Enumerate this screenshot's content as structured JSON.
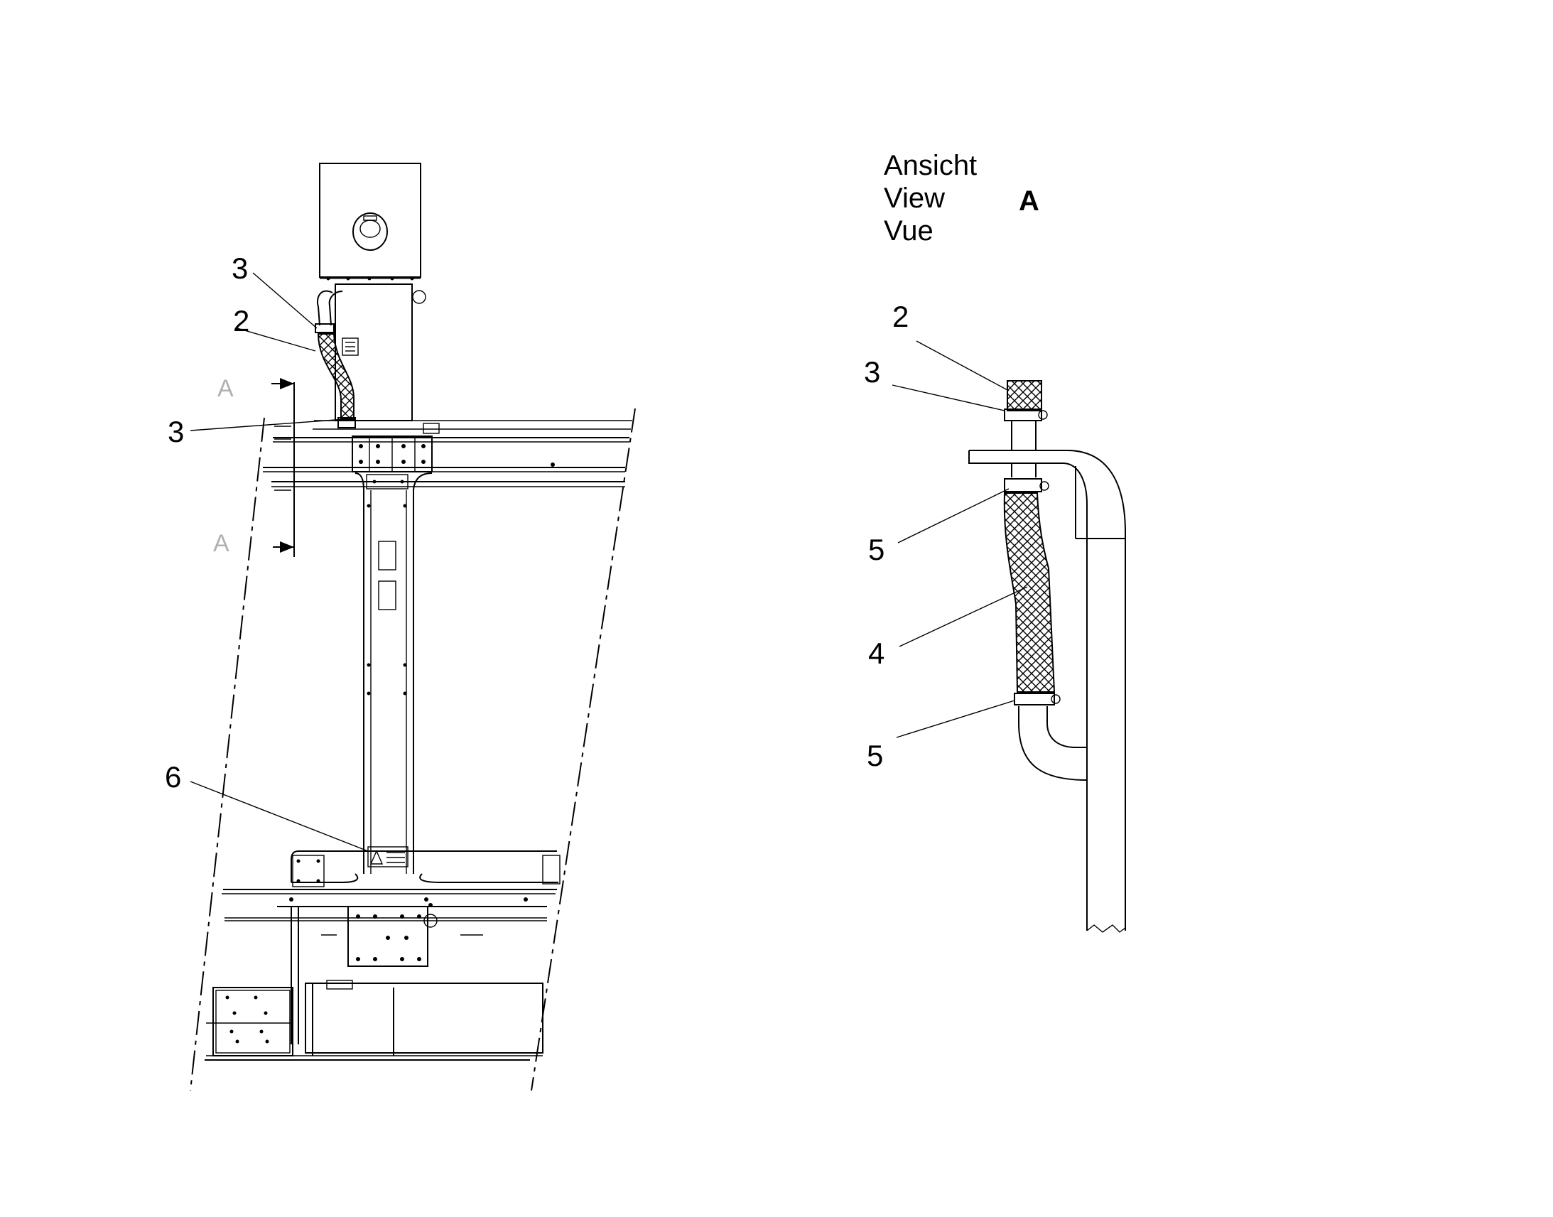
{
  "main_view": {
    "callouts": {
      "c3_top": "3",
      "c2_top": "2",
      "c3_left": "3",
      "c6": "6"
    },
    "section_marks": {
      "top": "A",
      "bottom": "A"
    }
  },
  "detail_view": {
    "title_lines": [
      "Ansicht",
      "View",
      "Vue"
    ],
    "view_letter": "A",
    "callouts": {
      "c2": "2",
      "c3": "3",
      "c5_top": "5",
      "c4": "4",
      "c5_bottom": "5"
    }
  }
}
